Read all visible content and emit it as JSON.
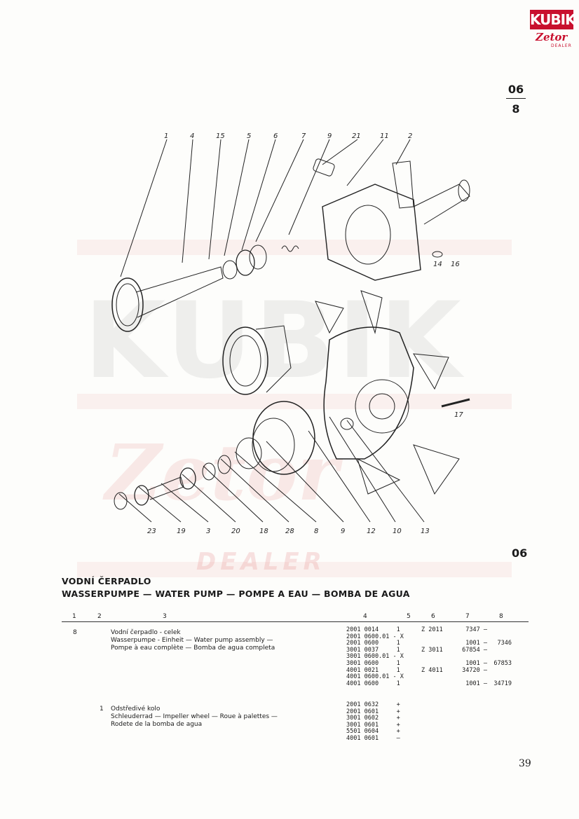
{
  "logo": {
    "brand": "KUBIK",
    "sub": "Zetor",
    "tag": "DEALER"
  },
  "watermark": {
    "brand": "KUBIK",
    "sub": "Zetor",
    "tag": "DEALER"
  },
  "section": {
    "code": "06",
    "sub": "8"
  },
  "group_code": "06",
  "callouts": {
    "c1": "1",
    "c4": "4",
    "c15": "15",
    "c5": "5",
    "c6": "6",
    "c7": "7",
    "c9a": "9",
    "c21": "21",
    "c11": "11",
    "c2": "2",
    "c14": "14",
    "c16": "16",
    "c17": "17",
    "c23": "23",
    "c19": "19",
    "c3": "3",
    "c20": "20",
    "c18": "18",
    "c28": "28",
    "c8": "8",
    "c9b": "9",
    "c12": "12",
    "c10": "10",
    "c13": "13"
  },
  "title": {
    "line1": "VODNÍ ČERPADLO",
    "line2": "WASSERPUMPE — WATER PUMP — POMPE A EAU — BOMBA DE AGUA"
  },
  "columns": [
    "1",
    "2",
    "3",
    "4",
    "5",
    "6",
    "7",
    "8"
  ],
  "rows": [
    {
      "pos": "8",
      "sub": "",
      "desc": [
        "Vodní čerpadlo - celek",
        "Wasserpumpe - Einheit — Water pump assembly —",
        "Pompe à eau complète — Bomba de agua completa"
      ],
      "codes": [
        "2001 0014     1",
        "2001 0600.01 - X",
        "2001 0600     1",
        "3001 0037     1",
        "3001 0600.01 - X",
        "3001 0600     1",
        "4001 0021     1",
        "4001 0600.01 - X",
        "4001 0600     1"
      ],
      "col6": [
        "Z 2011",
        "",
        "",
        "Z 3011",
        "",
        "",
        "Z 4011",
        "",
        ""
      ],
      "col7": [
        "7347 —",
        "",
        "1001 —",
        "67854 —",
        "",
        "1001 —",
        "34720 —",
        "",
        "1001 —"
      ],
      "col8": [
        "",
        "",
        "7346",
        "",
        "",
        "67853",
        "",
        "",
        "34719"
      ]
    },
    {
      "pos": "",
      "sub": "1",
      "desc": [
        "Odstředivé kolo",
        "Schleuderrad — Impeller wheel — Roue à palettes —",
        "Rodete de la bomba de agua"
      ],
      "codes": [
        "2001 0632     +",
        "2001 0601     +",
        "3001 0602     +",
        "3001 0601     +",
        "5501 0604     +",
        "4001 0601     —"
      ]
    }
  ],
  "page_number": "39"
}
